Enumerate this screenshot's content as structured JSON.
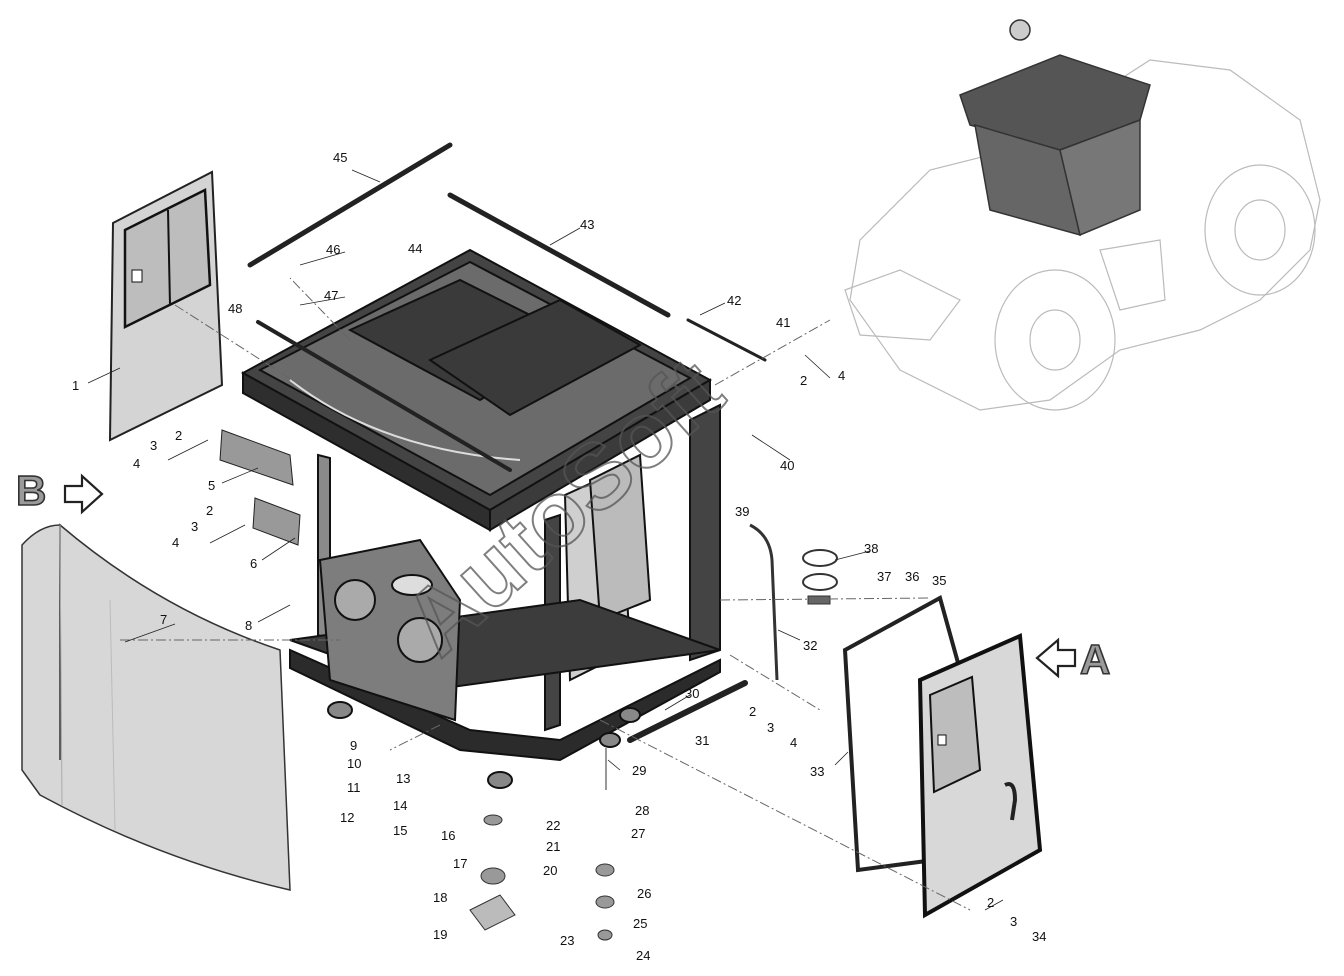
{
  "watermark": "AutoSoft",
  "view_markers": [
    {
      "id": "A",
      "text": "A"
    },
    {
      "id": "B",
      "text": "B"
    }
  ],
  "callouts": [
    {
      "n": "1"
    },
    {
      "n": "2"
    },
    {
      "n": "3"
    },
    {
      "n": "4"
    },
    {
      "n": "5"
    },
    {
      "n": "6"
    },
    {
      "n": "7"
    },
    {
      "n": "8"
    },
    {
      "n": "9"
    },
    {
      "n": "10"
    },
    {
      "n": "11"
    },
    {
      "n": "12"
    },
    {
      "n": "13"
    },
    {
      "n": "14"
    },
    {
      "n": "15"
    },
    {
      "n": "16"
    },
    {
      "n": "17"
    },
    {
      "n": "18"
    },
    {
      "n": "19"
    },
    {
      "n": "20"
    },
    {
      "n": "21"
    },
    {
      "n": "22"
    },
    {
      "n": "23"
    },
    {
      "n": "24"
    },
    {
      "n": "25"
    },
    {
      "n": "26"
    },
    {
      "n": "27"
    },
    {
      "n": "28"
    },
    {
      "n": "29"
    },
    {
      "n": "30"
    },
    {
      "n": "31"
    },
    {
      "n": "32"
    },
    {
      "n": "33"
    },
    {
      "n": "34"
    },
    {
      "n": "35"
    },
    {
      "n": "36"
    },
    {
      "n": "37"
    },
    {
      "n": "38"
    },
    {
      "n": "39"
    },
    {
      "n": "40"
    },
    {
      "n": "41"
    },
    {
      "n": "42"
    },
    {
      "n": "43"
    },
    {
      "n": "44"
    },
    {
      "n": "45"
    },
    {
      "n": "46"
    },
    {
      "n": "47"
    },
    {
      "n": "48"
    },
    {
      "n": "2"
    },
    {
      "n": "3"
    },
    {
      "n": "4"
    },
    {
      "n": "2"
    },
    {
      "n": "3"
    },
    {
      "n": "4"
    },
    {
      "n": "2"
    },
    {
      "n": "3"
    },
    {
      "n": "4"
    },
    {
      "n": "2"
    },
    {
      "n": "4"
    },
    {
      "n": "2"
    },
    {
      "n": "3"
    }
  ]
}
